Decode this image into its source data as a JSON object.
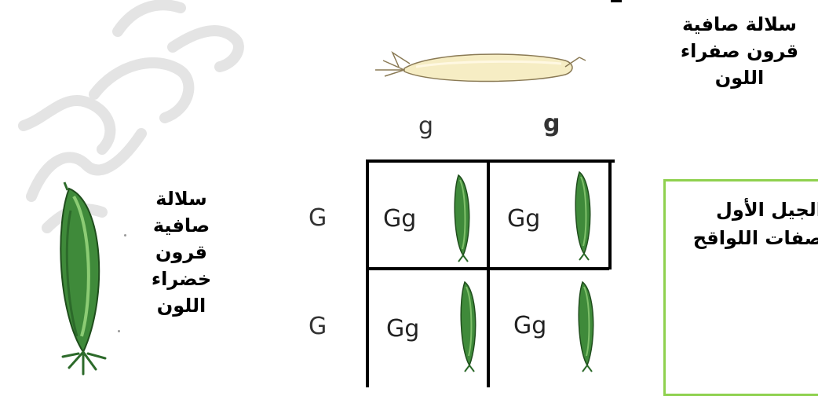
{
  "top_label": [
    "سلالة صافية",
    "قرون صفراء",
    "اللون"
  ],
  "left_label": [
    "سلالة",
    "صافية",
    "قرون",
    "خضراء",
    "اللون"
  ],
  "top_alleles": [
    "g",
    "g"
  ],
  "side_alleles": [
    "G",
    "G"
  ],
  "cells": [
    "Gg",
    "Gg",
    "Gg",
    "Gg"
  ],
  "f1_box": [
    "الجيل الأول",
    "صفات اللواقح"
  ],
  "colors": {
    "green_pod": "#3f8a3a",
    "yellow_pod": "#f6edc4",
    "box_border": "#8fd14f"
  },
  "icons": [
    "yellow-pea-pod-icon",
    "green-pea-pod-icon"
  ]
}
